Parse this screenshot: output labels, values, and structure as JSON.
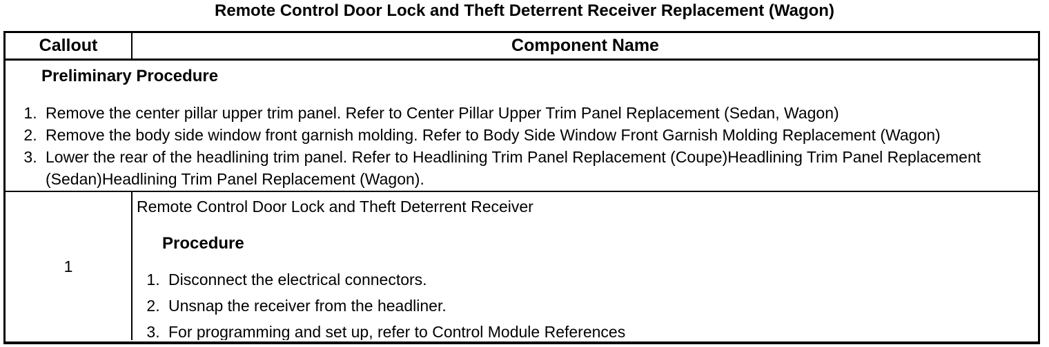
{
  "title": "Remote Control Door Lock and Theft Deterrent Receiver Replacement (Wagon)",
  "table": {
    "headers": {
      "callout": "Callout",
      "component": "Component Name"
    },
    "preliminary": {
      "heading": "Preliminary Procedure",
      "steps": [
        "Remove the center pillar upper trim panel. Refer to Center Pillar Upper Trim Panel Replacement (Sedan, Wagon)",
        "Remove the body side window front garnish molding. Refer to Body Side Window Front Garnish Molding Replacement (Wagon)",
        "Lower the rear of the headlining trim panel. Refer to Headlining Trim Panel Replacement (Coupe)Headlining Trim Panel Replacement (Sedan)Headlining Trim Panel Replacement (Wagon)."
      ]
    },
    "rows": [
      {
        "callout": "1",
        "component_name": "Remote Control Door Lock and Theft Deterrent Receiver",
        "procedure_heading": "Procedure",
        "steps": [
          "Disconnect the electrical connectors.",
          "Unsnap the receiver from the headliner.",
          "For programming and set up, refer to Control Module References"
        ]
      }
    ]
  },
  "colors": {
    "text": "#000000",
    "border": "#000000",
    "background": "#ffffff"
  }
}
